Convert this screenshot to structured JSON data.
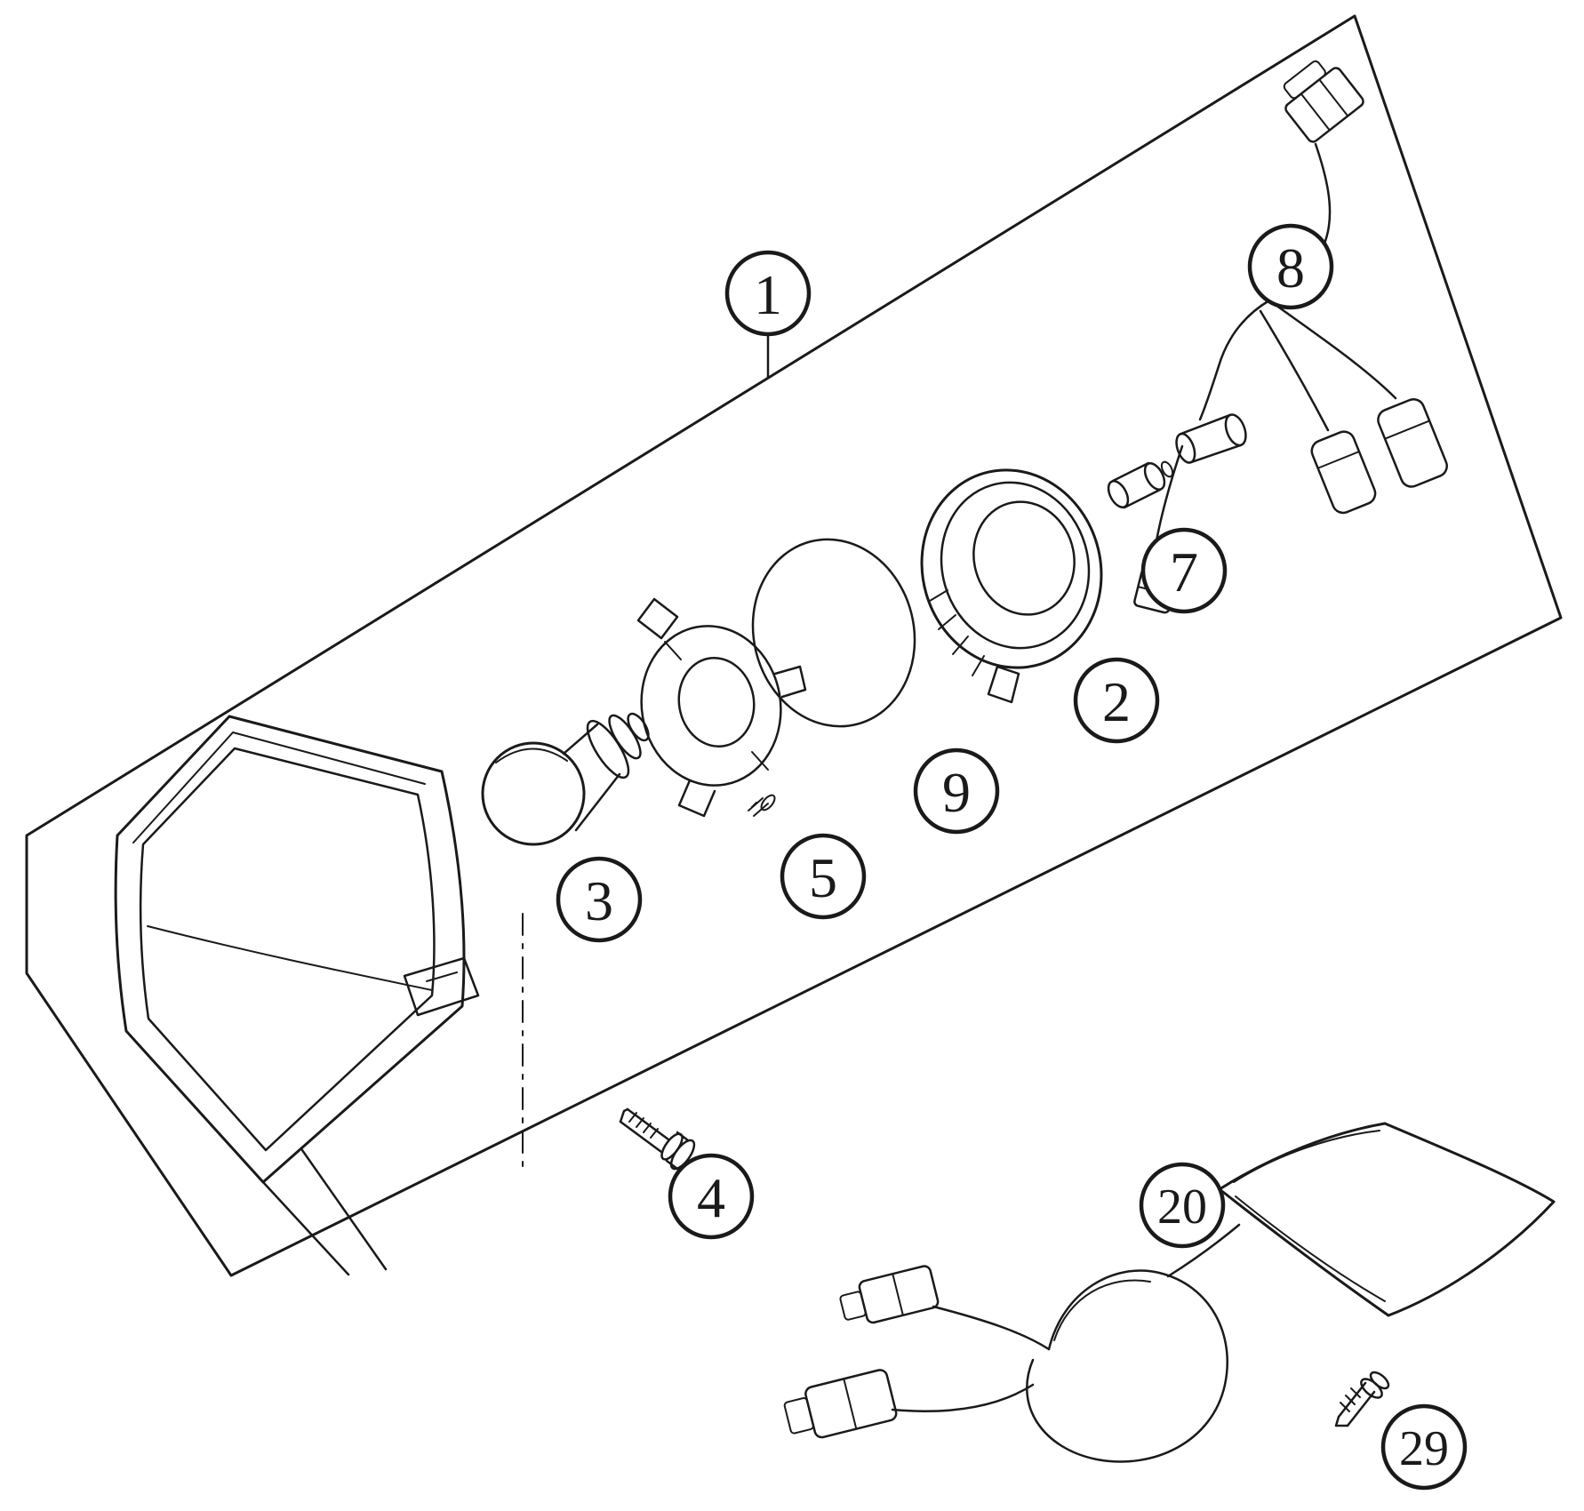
{
  "diagram": {
    "background_color": "#ffffff",
    "line_color": "#1a1a1a",
    "callouts": [
      {
        "label": "1"
      },
      {
        "label": "2"
      },
      {
        "label": "3"
      },
      {
        "label": "4"
      },
      {
        "label": "5"
      },
      {
        "label": "7"
      },
      {
        "label": "8"
      },
      {
        "label": "9"
      },
      {
        "label": "20"
      },
      {
        "label": "29"
      }
    ]
  }
}
